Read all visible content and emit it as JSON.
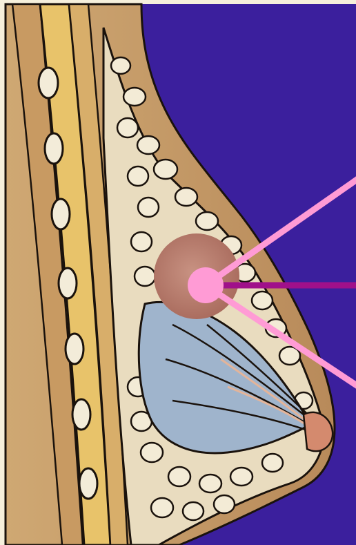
{
  "illustration": {
    "background_color": "#3b1f9d",
    "border_color": "#f6f0dc",
    "tissue_colors": {
      "skin": "#c8a06f",
      "muscle_band": "#e8c36a",
      "fat_lobules": "#f0e6d0",
      "ducts_blue": "#9fb4cc",
      "outline": "#1a120c",
      "nipple": "#d48a6e"
    },
    "tumor": {
      "color": "#b97a6b",
      "marker_color": "#ff9bd5"
    },
    "pointer_lines": [
      {
        "name": "upper-pointer",
        "color": "#ff9bd5"
      },
      {
        "name": "middle-pointer",
        "color": "#a0108a"
      },
      {
        "name": "lower-pointer",
        "color": "#ff9bd5"
      }
    ]
  }
}
